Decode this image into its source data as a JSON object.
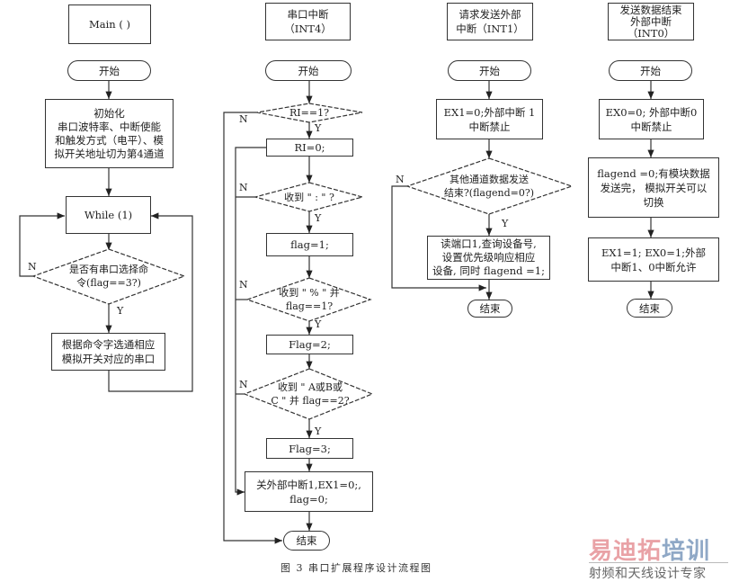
{
  "caption": "图 3 串口扩展程序设计流程图",
  "watermark": {
    "brand_part1": "易迪拓",
    "brand_part2": "培训",
    "tagline": "射频和天线设计专家",
    "colors": {
      "part1": "#e9a2a6",
      "part2": "#8fa8c6"
    }
  },
  "labels": {
    "yes": "Y",
    "no": "N"
  },
  "columns": [
    {
      "title": "Main ( )",
      "start": "开始",
      "init": "初始化\n串口波特率、中断使能\n和触发方式（电平）、模\n拟开关地址切为第4通道",
      "loop": "While (1)",
      "decision": "是否有串口选择命\n令(flag==3?)",
      "action": "根据命令字选通相应\n模拟开关对应的串口"
    },
    {
      "title": "串口中断\n（INT4）",
      "start": "开始",
      "d1": "RI==1?",
      "p1": "RI=0;",
      "d2": "收到 \" : \" ?",
      "p2": "flag=1;",
      "d3": "收到 \" % \" 并\nflag==1?",
      "p3": "Flag=2;",
      "d4": "收到 \" A或B或\nC \" 并 flag==2?",
      "p4": "Flag=3;",
      "p5": "关外部中断1,EX1=0;,\nflag=0;",
      "end": "结束"
    },
    {
      "title": "请求发送外部\n中断（INT1）",
      "start": "开始",
      "p1": "EX1=0;外部中断 1\n中断禁止",
      "d1": "其他通道数据发送\n结束?(flagend=0?)",
      "p2": "读端口1,查询设备号,\n设置优先级响应相应\n设备, 同时 flagend =1;",
      "end": "结束"
    },
    {
      "title": "发送数据结束\n外部中断\n（INT0）",
      "start": "开始",
      "p1": "EX0=0; 外部中断0\n中断禁止",
      "p2": "flagend =0;有模块数据\n发送完， 模拟开关可以\n切换",
      "p3": "EX1=1; EX0=1;外部\n中断1、0中断允许",
      "end": "结束"
    }
  ]
}
